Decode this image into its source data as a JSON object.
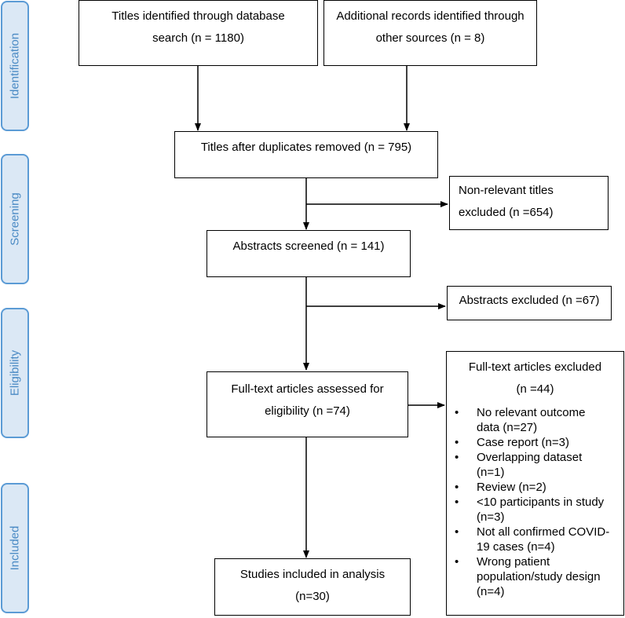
{
  "phases": [
    "Identification",
    "Screening",
    "Eligibility",
    "Included"
  ],
  "boxes": {
    "db_search": [
      "Titles identified through database",
      "search (n = 1180)"
    ],
    "other_sources": [
      "Additional records identified through",
      "other sources (n = 8)"
    ],
    "dedup": "Titles after duplicates removed (n = 795)",
    "nonrelevant": [
      "Non-relevant titles",
      "excluded (n =654)"
    ],
    "abstracts_screened": "Abstracts screened (n = 141)",
    "abstracts_excluded": "Abstracts excluded (n =67)",
    "fulltext_assessed": [
      "Full-text articles assessed for",
      "eligibility (n =74)"
    ],
    "included": [
      "Studies included in analysis",
      "(n=30)"
    ]
  },
  "fulltext_excluded": {
    "title": "Full-text articles excluded",
    "count": "(n =44)",
    "reasons": [
      [
        "No relevant outcome",
        "data (n=27)"
      ],
      [
        "Case report (n=3)"
      ],
      [
        "Overlapping dataset",
        "(n=1)"
      ],
      [
        "Review (n=2)"
      ],
      [
        "<10 participants in study",
        "(n=3)"
      ],
      [
        "Not all confirmed COVID-",
        "19 cases (n=4)"
      ],
      [
        "Wrong patient",
        "population/study design",
        "(n=4)"
      ]
    ]
  }
}
